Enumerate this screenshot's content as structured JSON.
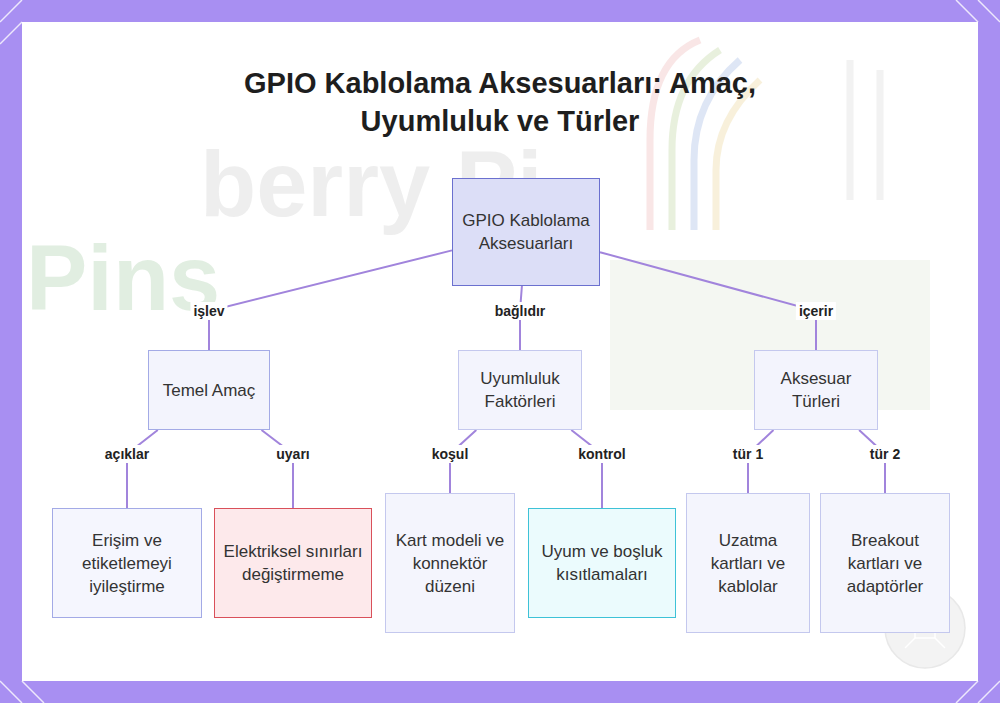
{
  "diagram": {
    "title": "GPIO Kablolama Aksesuarları: Amaç, Uyumluluk ve Türler",
    "nodes": [
      {
        "text": [
          "GPIO Kablolama Aksesuarları"
        ]
      },
      {
        "text": [
          "Temel Amaç"
        ]
      },
      {
        "text": [
          "Uyumluluk Faktörleri"
        ]
      },
      {
        "text": [
          "Aksesuar Türleri"
        ]
      },
      {
        "text": [
          "Erişim ve etiketlemeyi iyileştirme"
        ]
      },
      {
        "text": [
          "Elektriksel sınırları değiştirmeme"
        ]
      },
      {
        "text": [
          "Kart modeli ve konnektör düzeni"
        ]
      },
      {
        "text": [
          "Uyum ve boşluk kısıtlamaları"
        ]
      },
      {
        "text": [
          "Uzatma kartları ve kablolar"
        ]
      },
      {
        "text": [
          "Breakout kartları ve adaptörler"
        ]
      }
    ],
    "edges": [
      {
        "from": 0,
        "to": 1,
        "label": "işlev",
        "arrow": "none"
      },
      {
        "from": 0,
        "to": 2,
        "label": "bağlıdır",
        "arrow": "none"
      },
      {
        "from": 0,
        "to": 3,
        "label": "içerir",
        "arrow": "none"
      },
      {
        "from": 1,
        "to": 4,
        "label": "açıklar",
        "arrow": "none"
      },
      {
        "from": 1,
        "to": 5,
        "label": "uyarı",
        "arrow": "none"
      },
      {
        "from": 2,
        "to": 6,
        "label": "koşul",
        "arrow": "none"
      },
      {
        "from": 2,
        "to": 7,
        "label": "kontrol",
        "arrow": "none"
      },
      {
        "from": 3,
        "to": 8,
        "label": "tür 1",
        "arrow": "none"
      },
      {
        "from": 3,
        "to": 9,
        "label": "tür 2",
        "arrow": "none"
      }
    ],
    "labels": [
      "berry Pi",
      "Pins"
    ]
  }
}
